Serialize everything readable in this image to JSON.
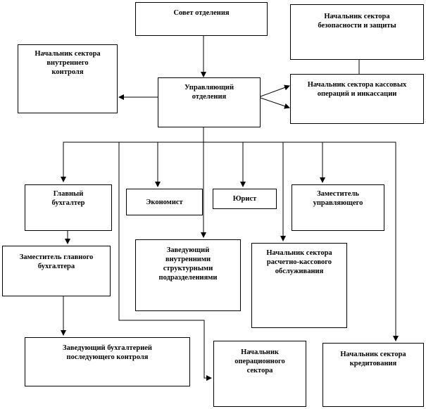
{
  "nodes": {
    "council": "Совет отделения",
    "security_head": "Начальник сектора\nбезопасности и защиты",
    "internal_control_head": "Начальник сектора\nвнутреннего\nконтроля",
    "branch_manager": "Управляющий\nотделения",
    "cash_ops_head": "Начальник сектора кассовых\nопераций и инкассации",
    "chief_accountant": "Главный\nбухгалтер",
    "economist": "Экономист",
    "lawyer": "Юрист",
    "deputy_manager": "Заместитель\nуправляющего",
    "deputy_chief_accountant": "Заместитель главного\nбухгалтера",
    "internal_divisions_head": "Заведующий\nвнутренними\nструктурными\nподразделениями",
    "settlement_cash_head": "Начальник сектора\nрасчетно-кассового\nобслуживания",
    "subsequent_control_head": "Заведующий бухгалтерией\nпоследующего контроля",
    "operations_head": "Начальник\nоперационного\nсектора",
    "credit_head": "Начальник сектора\nкредитования"
  },
  "colors": {
    "line": "#000000",
    "box_border": "#000000",
    "background": "#ffffff"
  }
}
